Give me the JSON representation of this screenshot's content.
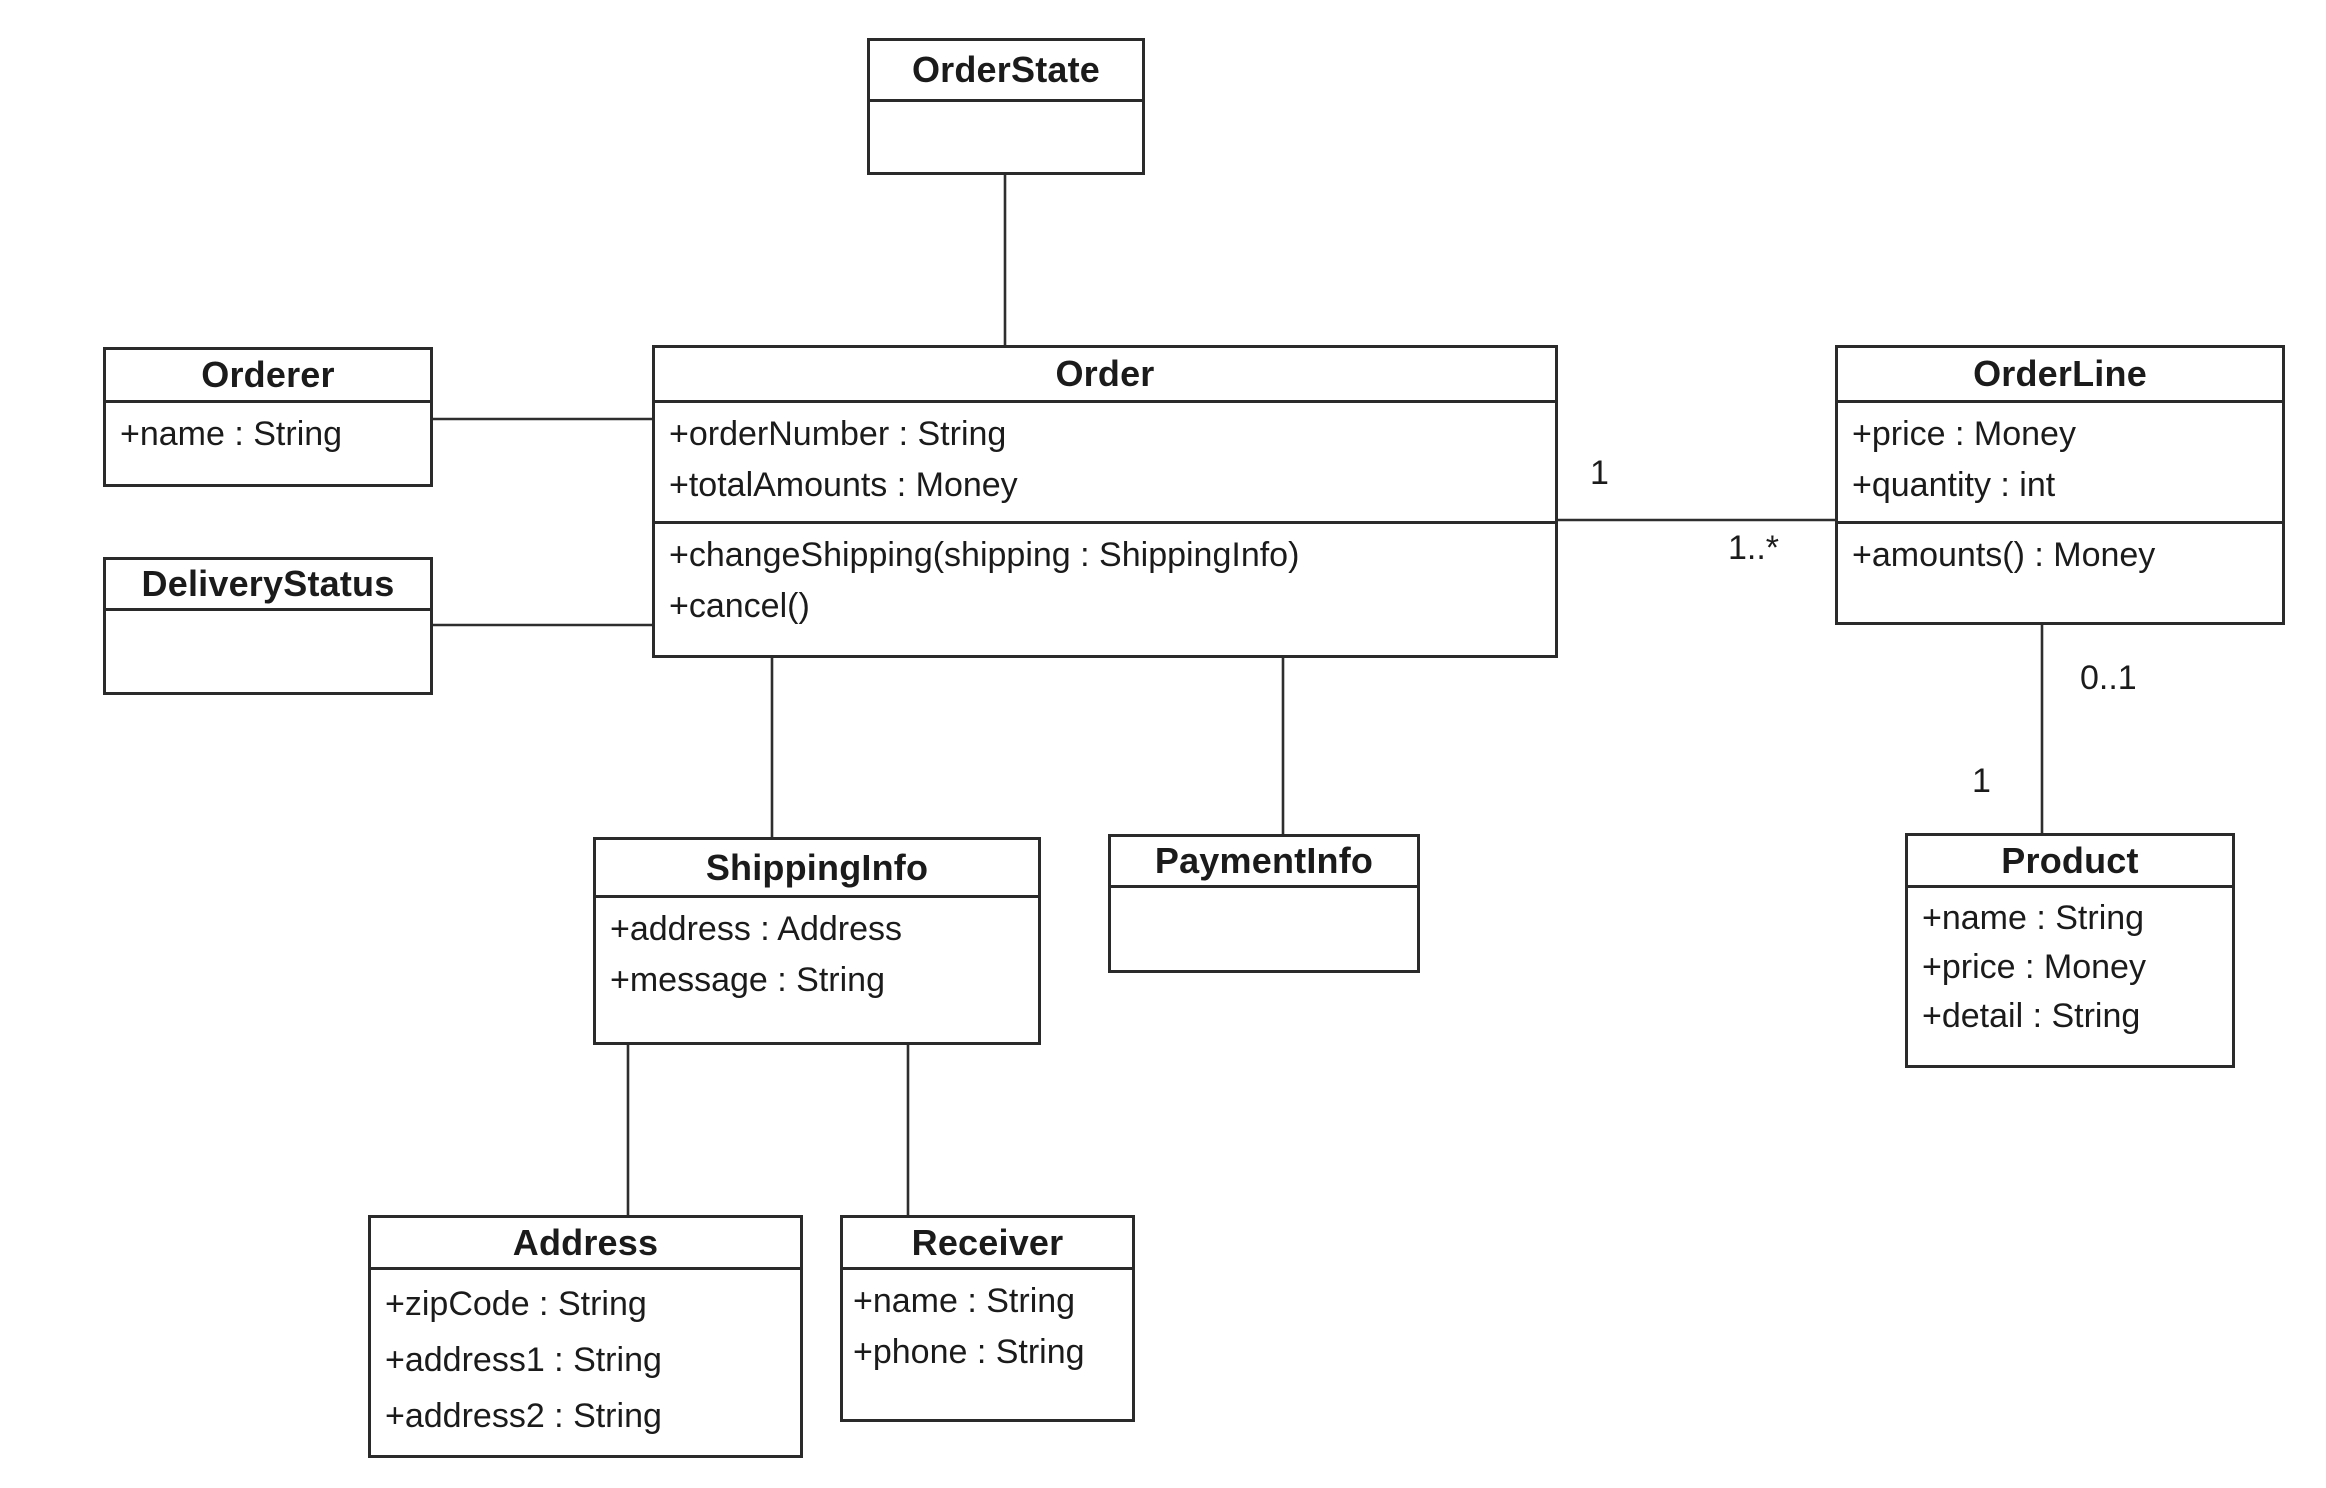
{
  "colors": {
    "background": "#ffffff",
    "line": "#2e2e2e",
    "text": "#1b1b1b"
  },
  "multiplicities": {
    "order_to_orderline_source": "1",
    "order_to_orderline_target": "1..*",
    "orderline_to_product_near": "0..1",
    "orderline_to_product_far": "1"
  },
  "classes": {
    "order_state": {
      "name": "OrderState",
      "attributes": [],
      "methods": []
    },
    "orderer": {
      "name": "Orderer",
      "attributes": [
        "+name : String"
      ],
      "methods": []
    },
    "order": {
      "name": "Order",
      "attributes": [
        "+orderNumber : String",
        "+totalAmounts : Money"
      ],
      "methods": [
        "+changeShipping(shipping : ShippingInfo)",
        "+cancel()"
      ]
    },
    "order_line": {
      "name": "OrderLine",
      "attributes": [
        "+price : Money",
        "+quantity : int"
      ],
      "methods": [
        "+amounts() : Money"
      ]
    },
    "delivery_status": {
      "name": "DeliveryStatus",
      "attributes": [],
      "methods": []
    },
    "shipping_info": {
      "name": "ShippingInfo",
      "attributes": [
        "+address : Address",
        "+message : String"
      ],
      "methods": []
    },
    "payment_info": {
      "name": "PaymentInfo",
      "attributes": [],
      "methods": []
    },
    "product": {
      "name": "Product",
      "attributes": [
        "+name : String",
        "+price : Money",
        "+detail : String"
      ],
      "methods": []
    },
    "address": {
      "name": "Address",
      "attributes": [
        "+zipCode : String",
        "+address1 : String",
        "+address2 : String"
      ],
      "methods": []
    },
    "receiver": {
      "name": "Receiver",
      "attributes": [
        "+name : String",
        "+phone : String"
      ],
      "methods": []
    }
  }
}
